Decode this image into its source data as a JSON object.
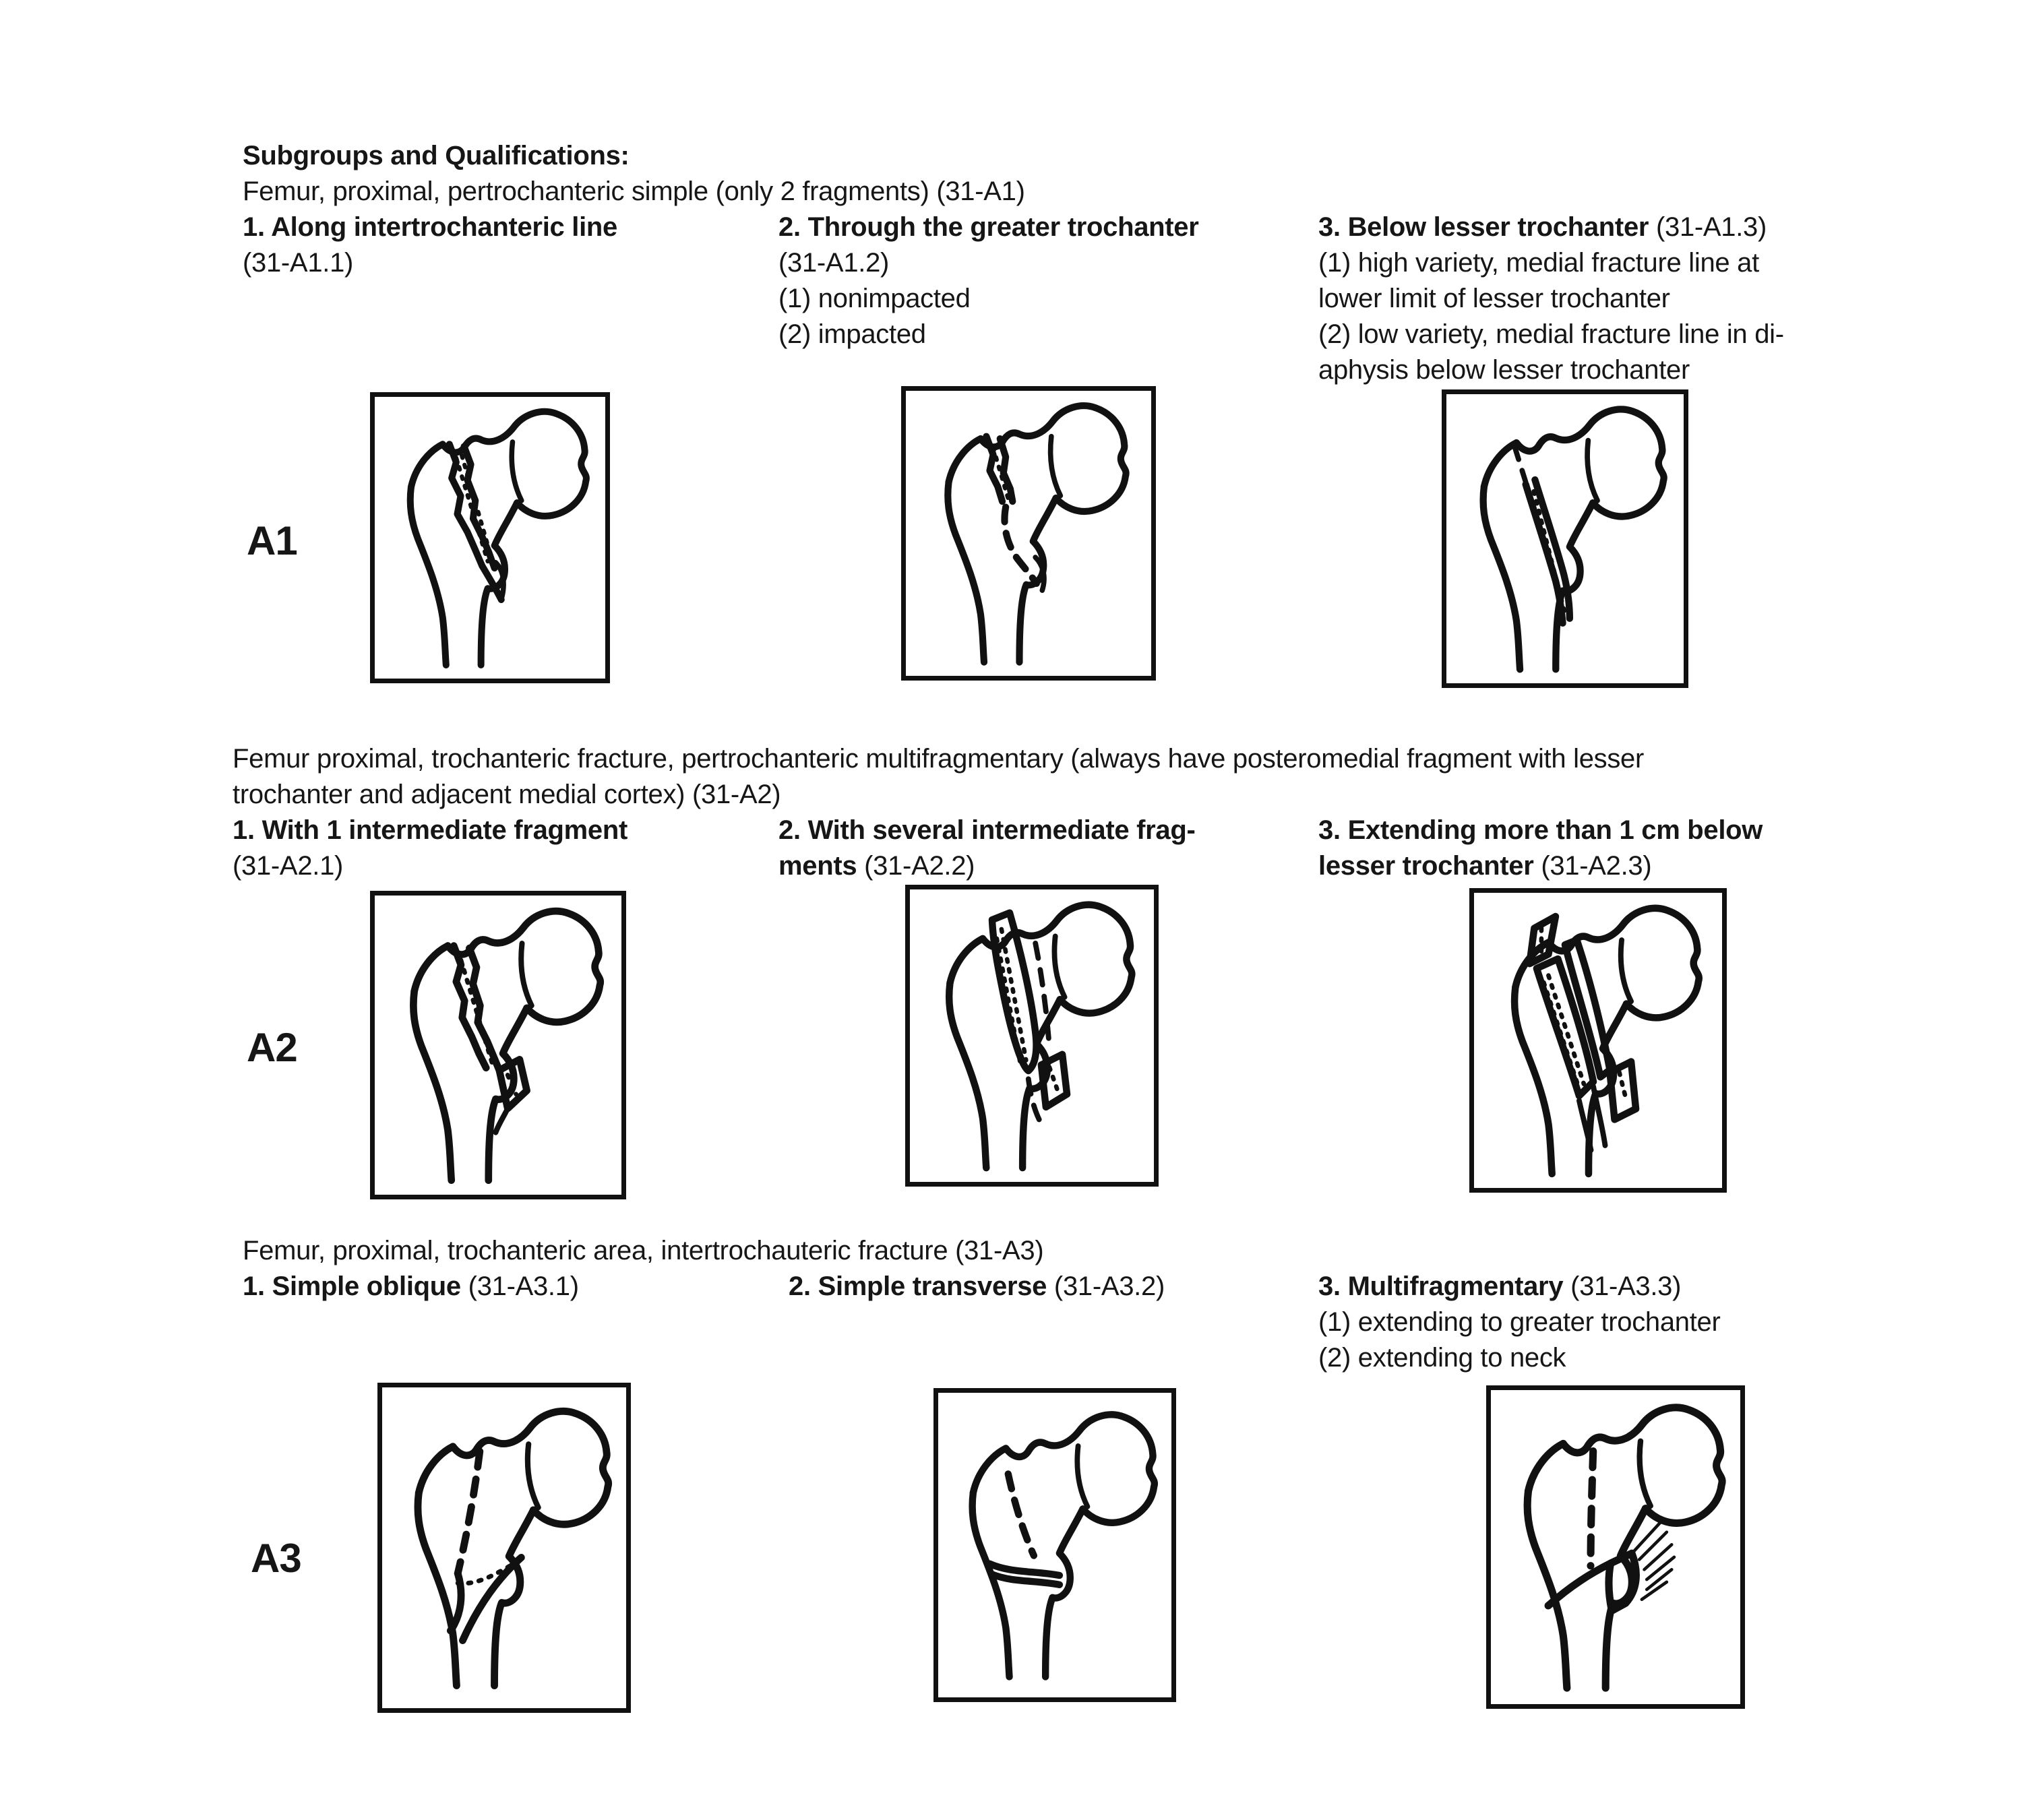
{
  "page": {
    "background": "#ffffff",
    "text_color": "#161616",
    "line_art_color": "#111111"
  },
  "header": {
    "line1": [
      {
        "t": "Subgroups and Qualifications:",
        "b": 1
      }
    ],
    "line2": [
      {
        "t": "Femur, proximal, pertrochanteric simple (only 2 fragments) (31-A1)"
      }
    ]
  },
  "groups": [
    {
      "label": "A1",
      "columns": [
        {
          "lines": [
            [
              {
                "t": "1. Along intertrochanteric line",
                "b": 1
              }
            ],
            [
              {
                "t": "(31-A1.1)"
              }
            ]
          ]
        },
        {
          "lines": [
            [
              {
                "t": "2. Through the greater trochanter",
                "b": 1
              }
            ],
            [
              {
                "t": "(31-A1.2)"
              }
            ],
            [
              {
                "t": "(1) nonimpacted"
              }
            ],
            [
              {
                "t": "(2) impacted"
              }
            ]
          ]
        },
        {
          "lines": [
            [
              {
                "t": "3. Below lesser trochanter",
                "b": 1
              },
              {
                "t": " (31-A1.3)"
              }
            ],
            [
              {
                "t": "(1) high variety, medial fracture line at"
              }
            ],
            [
              {
                "t": "lower limit of lesser trochanter"
              }
            ],
            [
              {
                "t": "(2) low variety, medial fracture line in di-"
              }
            ],
            [
              {
                "t": "aphysis below lesser trochanter"
              }
            ]
          ]
        }
      ],
      "figure_codes": [
        "31-A1.1",
        "31-A1.2",
        "31-A1.3"
      ]
    },
    {
      "label": "A2",
      "intro": [
        [
          {
            "t": "Femur proximal, trochanteric fracture, pertrochanteric multifragmentary (always have posteromedial fragment with lesser"
          }
        ],
        [
          {
            "t": "trochanter and adjacent medial cortex) (31-A2)"
          }
        ]
      ],
      "columns": [
        {
          "lines": [
            [
              {
                "t": "1. With 1 intermediate fragment",
                "b": 1
              }
            ],
            [
              {
                "t": "(31-A2.1)"
              }
            ]
          ]
        },
        {
          "lines": [
            [
              {
                "t": "2. With several intermediate frag-",
                "b": 1
              }
            ],
            [
              {
                "t": "ments",
                "b": 1
              },
              {
                "t": " (31-A2.2)"
              }
            ]
          ]
        },
        {
          "lines": [
            [
              {
                "t": "3. Extending more than 1 cm below",
                "b": 1
              }
            ],
            [
              {
                "t": "lesser trochanter",
                "b": 1
              },
              {
                "t": " (31-A2.3)"
              }
            ]
          ]
        }
      ],
      "figure_codes": [
        "31-A2.1",
        "31-A2.2",
        "31-A2.3"
      ]
    },
    {
      "label": "A3",
      "intro": [
        [
          {
            "t": "Femur, proximal, trochanteric area, intertrochauteric fracture (31-A3)"
          }
        ]
      ],
      "columns": [
        {
          "lines": [
            [
              {
                "t": "1. Simple oblique",
                "b": 1
              },
              {
                "t": " (31-A3.1)"
              }
            ]
          ]
        },
        {
          "lines": [
            [
              {
                "t": "2. Simple transverse",
                "b": 1
              },
              {
                "t": " (31-A3.2)"
              }
            ]
          ]
        },
        {
          "lines": [
            [
              {
                "t": "3. Multifragmentary",
                "b": 1
              },
              {
                "t": " (31-A3.3)"
              }
            ],
            [
              {
                "t": "(1) extending to greater trochanter"
              }
            ],
            [
              {
                "t": "(2) extending to neck"
              }
            ]
          ]
        }
      ],
      "figure_codes": [
        "31-A3.1",
        "31-A3.2",
        "31-A3.3"
      ]
    }
  ]
}
